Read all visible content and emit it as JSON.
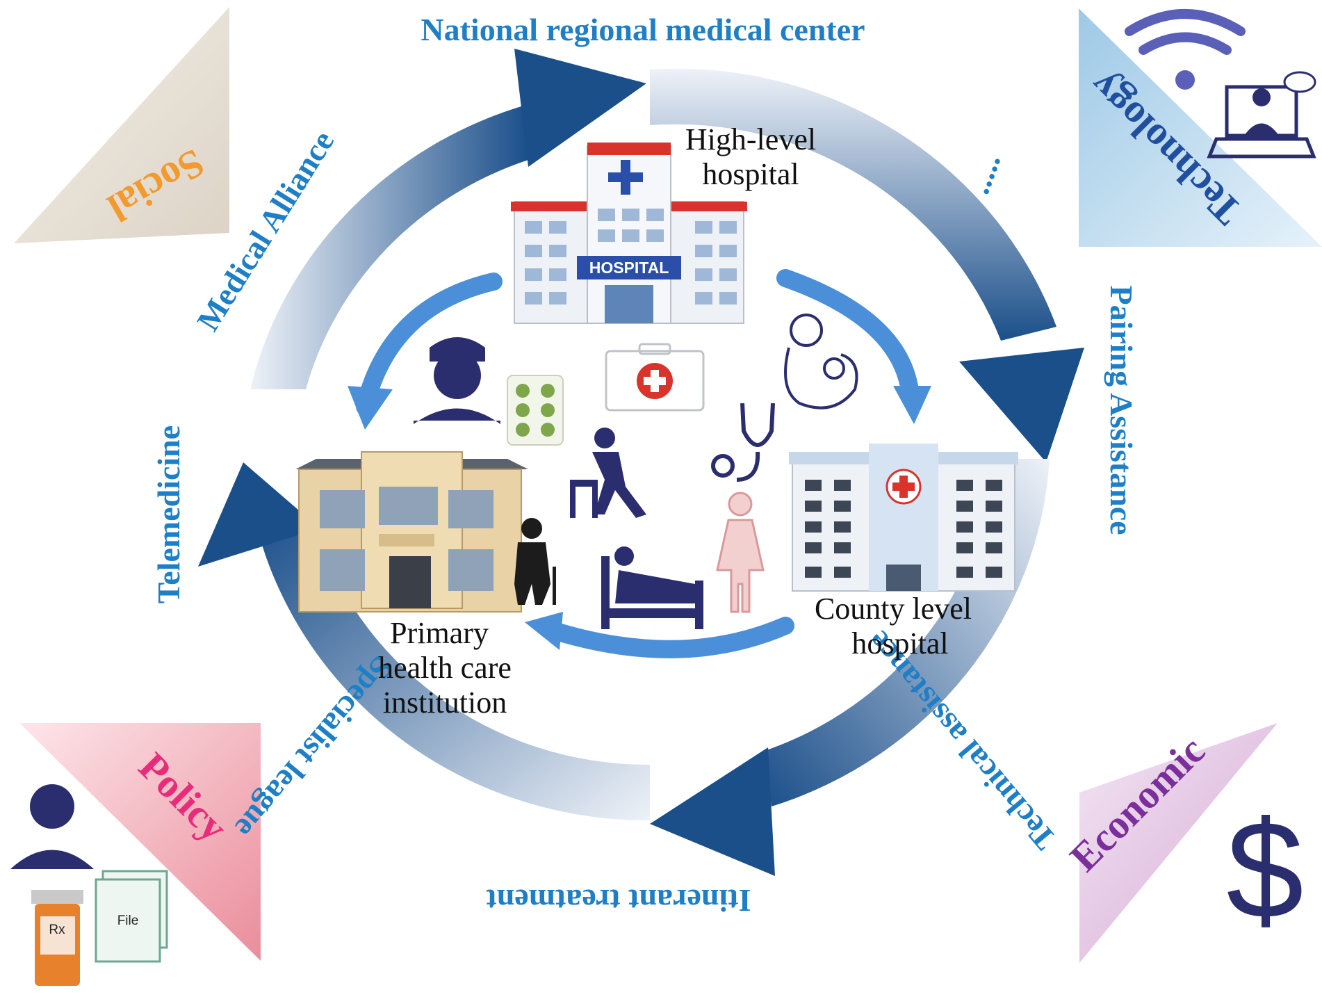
{
  "ring_labels": {
    "top": "National regional medical center",
    "top_right": ".....",
    "right": "Pairing Assistance",
    "bottom_right": "Technical assistance",
    "bottom": "Itinerant treatment",
    "bottom_left": "Specialist league",
    "left": "Telemedicine",
    "top_left": "Medical Alliance"
  },
  "buildings": {
    "high_level": {
      "line1": "High-level",
      "line2": "hospital",
      "sign": "HOSPITAL"
    },
    "county": {
      "line1": "County level",
      "line2": "hospital"
    },
    "primary": {
      "line1": "Primary",
      "line2": "health care",
      "line3": "institution"
    }
  },
  "corners": {
    "social": "Social",
    "technology": "Technology",
    "policy": "Policy",
    "economic": "Economic"
  },
  "icons": {
    "file_label": "File",
    "rx_label": "Rx",
    "dollar": "$"
  },
  "colors": {
    "ring_dark": "#1b4f8a",
    "ring_light": "#e9eef6",
    "label_blue": "#1f7fc6",
    "inner_arrow": "#4a8fd8",
    "icon_navy": "#2b2e6e",
    "social": "#f29a2e",
    "technology": "#1f4f9e",
    "policy": "#ea2a7b",
    "economic": "#7b2f9a"
  }
}
